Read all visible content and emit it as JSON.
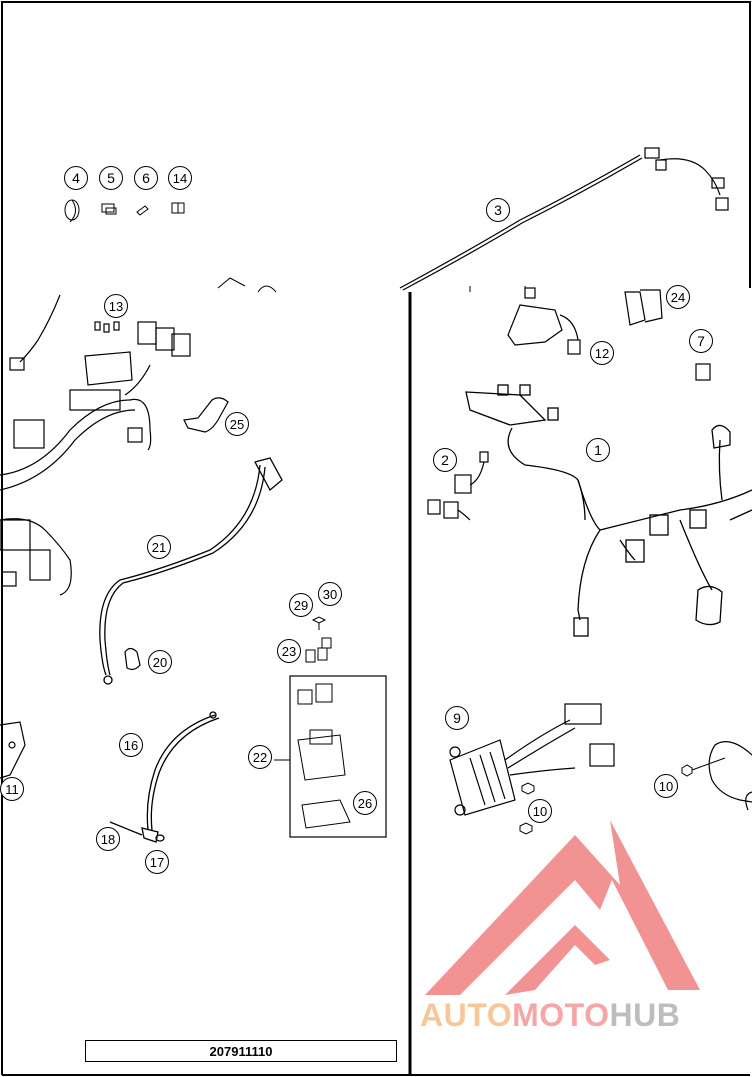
{
  "diagram": {
    "part_number": "207911110",
    "callouts": [
      {
        "id": "c4",
        "label": "4"
      },
      {
        "id": "c5",
        "label": "5"
      },
      {
        "id": "c6",
        "label": "6"
      },
      {
        "id": "c14",
        "label": "14"
      },
      {
        "id": "c3",
        "label": "3"
      },
      {
        "id": "c13",
        "label": "13"
      },
      {
        "id": "c25",
        "label": "25"
      },
      {
        "id": "c21",
        "label": "21"
      },
      {
        "id": "c20",
        "label": "20"
      },
      {
        "id": "c29",
        "label": "29"
      },
      {
        "id": "c30",
        "label": "30"
      },
      {
        "id": "c23",
        "label": "23"
      },
      {
        "id": "c22",
        "label": "22"
      },
      {
        "id": "c26",
        "label": "26"
      },
      {
        "id": "c16",
        "label": "16"
      },
      {
        "id": "c18",
        "label": "18"
      },
      {
        "id": "c17",
        "label": "17"
      },
      {
        "id": "c11",
        "label": "11"
      },
      {
        "id": "c24",
        "label": "24"
      },
      {
        "id": "c12",
        "label": "12"
      },
      {
        "id": "c7",
        "label": "7"
      },
      {
        "id": "c1",
        "label": "1"
      },
      {
        "id": "c2",
        "label": "2"
      },
      {
        "id": "c9",
        "label": "9"
      },
      {
        "id": "c10a",
        "label": "10"
      },
      {
        "id": "c10b",
        "label": "10"
      }
    ]
  },
  "watermark": {
    "part1": "AUTO",
    "part2": "MOTO",
    "part3": "HUB",
    "colors": {
      "part1": "#f7c79a",
      "part2": "#f6a6a6",
      "part3": "#bdbdbd",
      "triangle": "#f08080"
    }
  }
}
